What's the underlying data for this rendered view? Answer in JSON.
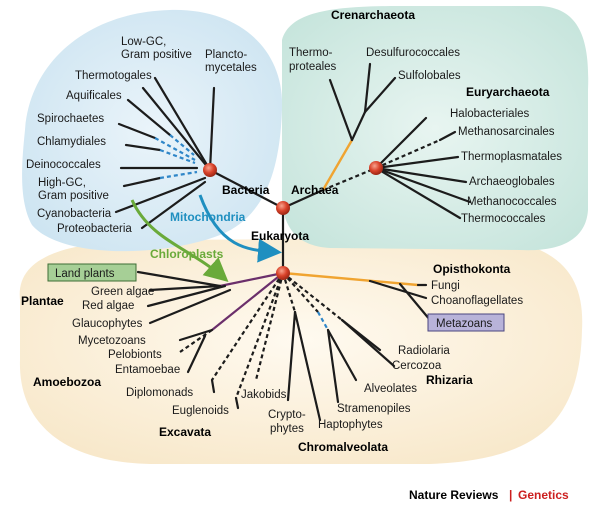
{
  "bacteria": {
    "group_label": "Bacteria",
    "taxa": {
      "low_gc_1": "Low-GC,",
      "low_gc_2": "Gram positive",
      "plancto_1": "Plancto-",
      "plancto_2": "mycetales",
      "thermotogales": "Thermotogales",
      "aquificales": "Aquificales",
      "spirochaetes": "Spirochaetes",
      "chlamydiales": "Chlamydiales",
      "deinococcales": "Deinococcales",
      "high_gc_1": "High-GC,",
      "high_gc_2": "Gram positive",
      "cyanobacteria": "Cyanobacteria",
      "proteobacteria": "Proteobacteria"
    }
  },
  "archaea": {
    "group_label": "Archaea",
    "crenarchaeota": "Crenarchaeota",
    "euryarchaeota": "Euryarchaeota",
    "taxa": {
      "thermo_1": "Thermo-",
      "thermo_2": "proteales",
      "desulfurococcales": "Desulfurococcales",
      "sulfolobales": "Sulfolobales",
      "halobacteriales": "Halobacteriales",
      "methanosarcinales": "Methanosarcinales",
      "thermoplasmatales": "Thermoplasmatales",
      "archaeoglobales": "Archaeoglobales",
      "methanococcales": "Methanococcales",
      "thermococcales": "Thermococcales"
    }
  },
  "eukaryota": {
    "group_label": "Eukaryota",
    "supergroups": {
      "opisthokonta": "Opisthokonta",
      "plantae": "Plantae",
      "amoebozoa": "Amoebozoa",
      "excavata": "Excavata",
      "chromalveolata": "Chromalveolata",
      "rhizaria": "Rhizaria"
    },
    "taxa": {
      "land_plants": "Land plants",
      "green_algae": "Green algae",
      "red_algae": "Red algae",
      "glaucophytes": "Glaucophytes",
      "mycetozoans": "Mycetozoans",
      "pelobionts": "Pelobionts",
      "entamoebae": "Entamoebae",
      "diplomonads": "Diplomonads",
      "euglenoids": "Euglenoids",
      "jakobids": "Jakobids",
      "crypto_1": "Crypto-",
      "crypto_2": "phytes",
      "haptophytes": "Haptophytes",
      "stramenopiles": "Stramenopiles",
      "alveolates": "Alveolates",
      "cercozoa": "Cercozoa",
      "radiolaria": "Radiolaria",
      "fungi": "Fungi",
      "choanoflagellates": "Choanoflagellates",
      "metazoans": "Metazoans"
    }
  },
  "arrows": {
    "mitochondria": "Mitochondria",
    "chloroplasts": "Chloroplasts"
  },
  "credit": {
    "publisher": "Nature Reviews",
    "separator": "|",
    "journal": "Genetics"
  },
  "colors": {
    "bacteria_bg": "#d6e9f3",
    "archaea_bg": "#d3ebe4",
    "eukaryota_bg": "#fbf0dc",
    "node": "#d9432b",
    "mitochondria": "#1f8fc0",
    "chloroplasts": "#6aaa3a",
    "archaea_orange": "#f0a431",
    "opisthokonta_orange": "#f0a431",
    "amoebozoa_purple": "#6b2f6b",
    "journal_red": "#cc1f1f",
    "metazoans_box": "#b8b3d9",
    "land_plants_box": "#a6cf96"
  }
}
